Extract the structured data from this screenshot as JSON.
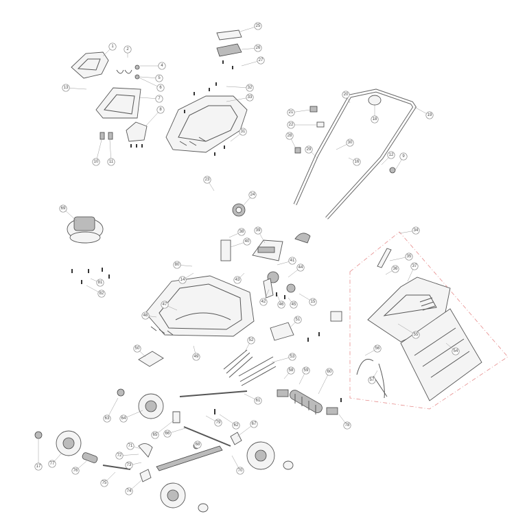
{
  "diagram": {
    "type": "exploded-parts-view",
    "callouts": [
      {
        "id": "c1",
        "label": "1"
      },
      {
        "id": "c2",
        "label": "2"
      },
      {
        "id": "c4",
        "label": "4"
      },
      {
        "id": "c5",
        "label": "5"
      },
      {
        "id": "c6",
        "label": "6"
      },
      {
        "id": "c7",
        "label": "7"
      },
      {
        "id": "c8",
        "label": "8"
      },
      {
        "id": "c9",
        "label": "9"
      },
      {
        "id": "c10",
        "label": "10"
      },
      {
        "id": "c11",
        "label": "11"
      },
      {
        "id": "c12",
        "label": "12"
      },
      {
        "id": "c13",
        "label": "13"
      },
      {
        "id": "c14",
        "label": "14"
      },
      {
        "id": "c15",
        "label": "15"
      },
      {
        "id": "c16",
        "label": "16"
      },
      {
        "id": "c17",
        "label": "17"
      },
      {
        "id": "c18",
        "label": "18"
      },
      {
        "id": "c19",
        "label": "19"
      },
      {
        "id": "c20",
        "label": "20"
      },
      {
        "id": "c21",
        "label": "21"
      },
      {
        "id": "c22",
        "label": "22"
      },
      {
        "id": "c23",
        "label": "23"
      },
      {
        "id": "c24",
        "label": "24"
      },
      {
        "id": "c25",
        "label": "25"
      },
      {
        "id": "c26",
        "label": "26"
      },
      {
        "id": "c27",
        "label": "27"
      },
      {
        "id": "c28",
        "label": "28"
      },
      {
        "id": "c29",
        "label": "29"
      },
      {
        "id": "c30",
        "label": "30"
      },
      {
        "id": "c31",
        "label": "31"
      },
      {
        "id": "c32",
        "label": "32"
      },
      {
        "id": "c33",
        "label": "33"
      },
      {
        "id": "c34",
        "label": "34"
      },
      {
        "id": "c35",
        "label": "35"
      },
      {
        "id": "c36",
        "label": "36"
      },
      {
        "id": "c37",
        "label": "37"
      },
      {
        "id": "c38",
        "label": "38"
      },
      {
        "id": "c39",
        "label": "39"
      },
      {
        "id": "c40",
        "label": "40"
      },
      {
        "id": "c41",
        "label": "41"
      },
      {
        "id": "c42",
        "label": "42"
      },
      {
        "id": "c43",
        "label": "43"
      },
      {
        "id": "c44",
        "label": "44"
      },
      {
        "id": "c45",
        "label": "45"
      },
      {
        "id": "c46",
        "label": "46"
      },
      {
        "id": "c47",
        "label": "47"
      },
      {
        "id": "c48",
        "label": "48"
      },
      {
        "id": "c49",
        "label": "49"
      },
      {
        "id": "c50",
        "label": "50"
      },
      {
        "id": "c51",
        "label": "51"
      },
      {
        "id": "c52",
        "label": "52"
      },
      {
        "id": "c53",
        "label": "53"
      },
      {
        "id": "c54",
        "label": "54"
      },
      {
        "id": "c55",
        "label": "55"
      },
      {
        "id": "c56",
        "label": "56"
      },
      {
        "id": "c57",
        "label": "57"
      },
      {
        "id": "c58",
        "label": "58"
      },
      {
        "id": "c59",
        "label": "59"
      },
      {
        "id": "c60",
        "label": "60"
      },
      {
        "id": "c61",
        "label": "61"
      },
      {
        "id": "c62",
        "label": "62"
      },
      {
        "id": "c63",
        "label": "63"
      },
      {
        "id": "c64",
        "label": "64"
      },
      {
        "id": "c65",
        "label": "65"
      },
      {
        "id": "c66",
        "label": "66"
      },
      {
        "id": "c67",
        "label": "67"
      },
      {
        "id": "c68",
        "label": "68"
      },
      {
        "id": "c69",
        "label": "69"
      },
      {
        "id": "c70",
        "label": "70"
      },
      {
        "id": "c71",
        "label": "71"
      },
      {
        "id": "c72",
        "label": "72"
      },
      {
        "id": "c73",
        "label": "73"
      },
      {
        "id": "c74",
        "label": "74"
      },
      {
        "id": "c75",
        "label": "75"
      },
      {
        "id": "c76",
        "label": "76"
      },
      {
        "id": "c77",
        "label": "77"
      },
      {
        "id": "c78",
        "label": "78"
      },
      {
        "id": "c79",
        "label": "79"
      },
      {
        "id": "c80",
        "label": "80"
      },
      {
        "id": "c81",
        "label": "81"
      },
      {
        "id": "c82",
        "label": "82"
      }
    ]
  }
}
